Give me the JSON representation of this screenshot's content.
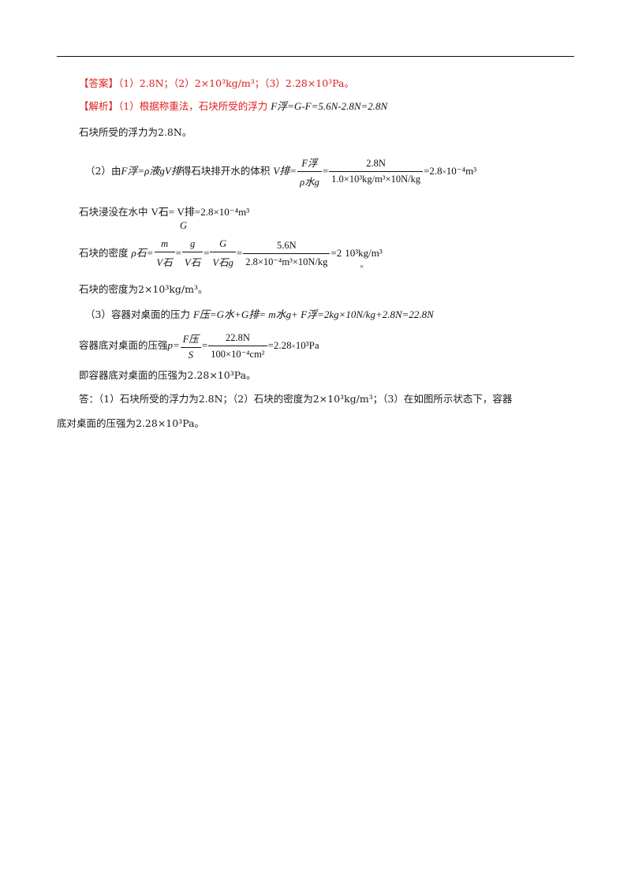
{
  "answer": {
    "label": "【答案】",
    "text": "（1）2.8N；（2）2×10³kg/m³；（3）2.28×10³Pa。"
  },
  "analysis": {
    "label": "【解析】",
    "l1_text": "（1）根据称重法，石块所受的浮力",
    "l1_formula": "F浮=G-F=5.6N-2.8N=2.8N",
    "l2": "石块所受的浮力为2.8N。",
    "l3_prefix": "（2）由",
    "l3_law": "F浮=ρ液gV排",
    "l3_mid": "得石块排开水的体积",
    "l3_v": "V排=",
    "l3_f1_num": "F浮",
    "l3_f1_den": "ρ水g",
    "l3_eq": "=",
    "l3_f2_num": "2.8N",
    "l3_f2_den": "1.0×10³kg/m³×10N/kg",
    "l3_result": "=2.8",
    "l3_times": "×",
    "l3_exp": "10⁻⁴m³",
    "l4_text": "石块浸没在水中",
    "l4_formula": "V石= V排=2.8×10⁻⁴m³",
    "l5_text": "石块的密度",
    "l5_rho": "ρ石=",
    "l5_f1_num": "m",
    "l5_f1_den": "V石",
    "l5_G": "G",
    "l5_f2_num": "g",
    "l5_f2_den": "V石",
    "l5_f3_num": "G",
    "l5_f3_den": "V石g",
    "l5_f4_num": "5.6N",
    "l5_f4_den": "2.8×10⁻⁴m³×10N/kg",
    "l5_result": "=2",
    "l5_exp": "10³kg/m³",
    "l5_times": "×",
    "l6": "石块的密度为2×10³kg/m³。",
    "l7_text": "（3）容器对桌面的压力",
    "l7_formula": "F压=G水+G排= m水g+ F浮=2kg×10N/kg+2.8N=22.8N",
    "l8_text": "容器底对桌面的压强",
    "l8_p": "p=",
    "l8_f1_num": "F压",
    "l8_f1_den": "S",
    "l8_f2_num": "22.8N",
    "l8_f2_den": "100×10⁻⁴cm²",
    "l8_result": "=2.28",
    "l8_times": "×",
    "l8_exp": "10³Pa",
    "l9": "即容器底对桌面的压强为2.28×10³Pa。",
    "l10": "答：（1）石块所受的浮力为2.8N；（2）石块的密度为2×10³kg/m³；（3）在如图所示状态下，容器",
    "l11": "底对桌面的压强为2.28×10³Pa。"
  }
}
